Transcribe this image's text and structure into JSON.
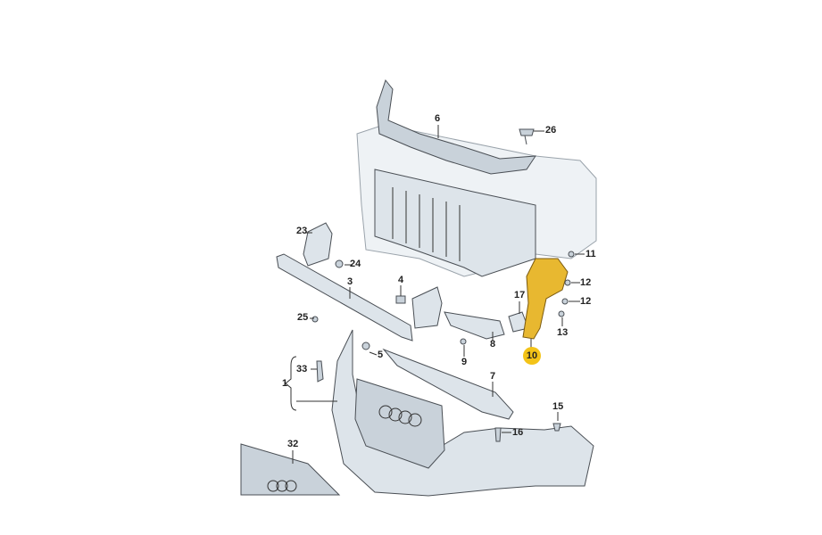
{
  "diagram": {
    "title": "Front bumper exploded parts diagram",
    "highlight_color": "#f3c318",
    "callouts": [
      {
        "id": "6",
        "text": "6"
      },
      {
        "id": "26",
        "text": "26"
      },
      {
        "id": "23",
        "text": "23"
      },
      {
        "id": "24",
        "text": "24"
      },
      {
        "id": "3",
        "text": "3"
      },
      {
        "id": "4",
        "text": "4"
      },
      {
        "id": "11",
        "text": "11"
      },
      {
        "id": "12a",
        "text": "12"
      },
      {
        "id": "12b",
        "text": "12"
      },
      {
        "id": "17",
        "text": "17"
      },
      {
        "id": "13",
        "text": "13"
      },
      {
        "id": "25",
        "text": "25"
      },
      {
        "id": "10",
        "text": "10",
        "highlighted": true
      },
      {
        "id": "8",
        "text": "8"
      },
      {
        "id": "9",
        "text": "9"
      },
      {
        "id": "5",
        "text": "5"
      },
      {
        "id": "33",
        "text": "33"
      },
      {
        "id": "1",
        "text": "1"
      },
      {
        "id": "7",
        "text": "7"
      },
      {
        "id": "15",
        "text": "15"
      },
      {
        "id": "16",
        "text": "16"
      },
      {
        "id": "32",
        "text": "32"
      }
    ]
  }
}
